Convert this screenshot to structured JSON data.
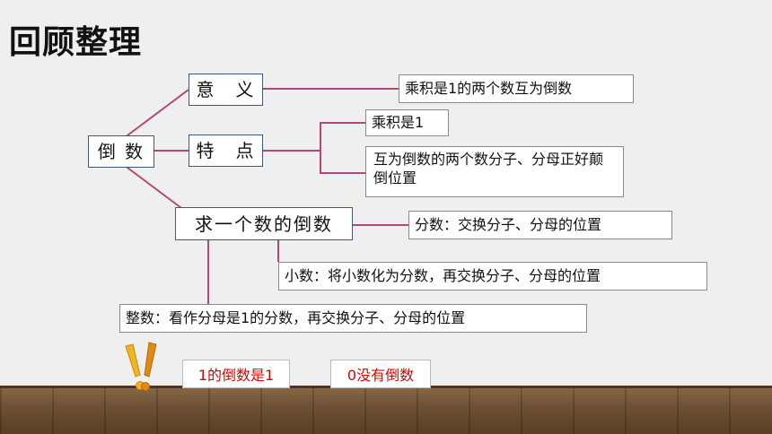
{
  "title": "回顾整理",
  "mindmap": {
    "root": "倒 数",
    "branches": {
      "meaning": {
        "label": "意　义",
        "detail": "乘积是1的两个数互为倒数"
      },
      "features": {
        "label": "特　点",
        "details": [
          "乘积是1",
          "互为倒数的两个数分子、分母正好颠倒位置"
        ]
      },
      "find": {
        "label": "求一个数的倒数",
        "methods": [
          "分数：交换分子、分母的位置",
          "小数：将小数化为分数，再交换分子、分母的位置",
          "整数：看作分母是1的分数，再交换分子、分母的位置"
        ]
      }
    }
  },
  "notes": [
    "1的倒数是1",
    "0没有倒数"
  ],
  "colors": {
    "line_purple": "#b4467a",
    "note_text": "#e00000",
    "exclaim_yellow": "#f2b51f",
    "exclaim_orange": "#e08a12",
    "box_border": "#8a8a8a",
    "floor_wood": "#6d5034"
  },
  "icons": [
    "exclamation-marks-icon"
  ]
}
